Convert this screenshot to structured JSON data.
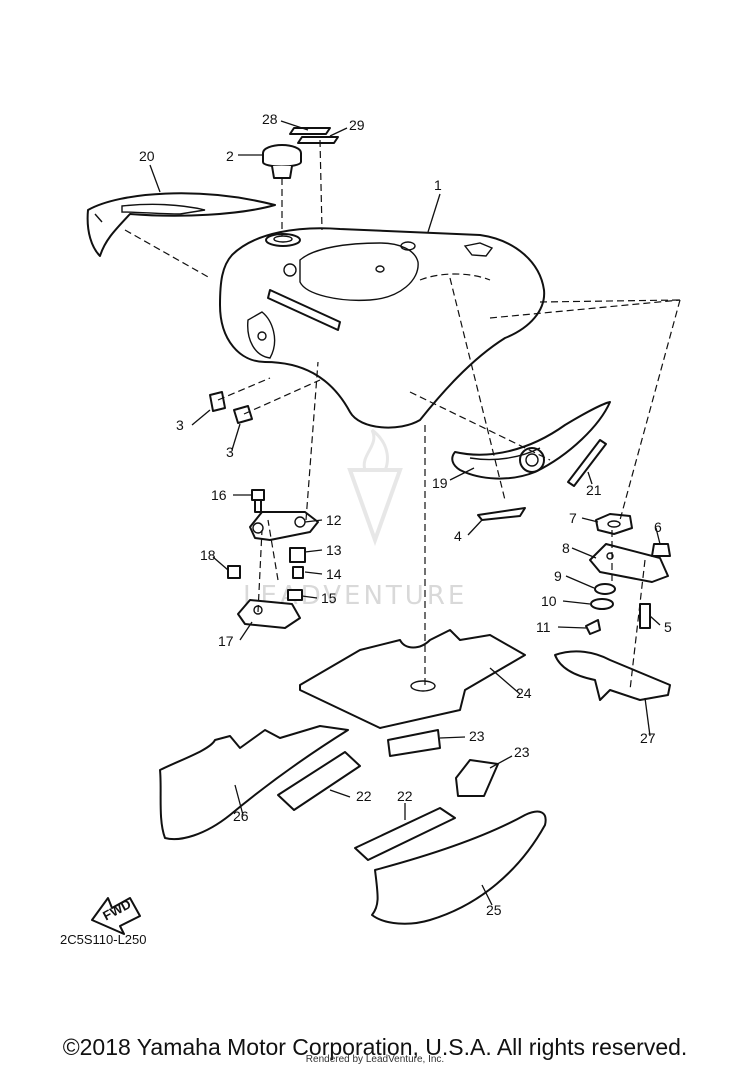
{
  "diagram": {
    "part_code": "2C5S110-L250",
    "fwd_label": "FWD",
    "watermark": "LEADVENTURE",
    "callouts": [
      "1",
      "2",
      "3",
      "3",
      "4",
      "5",
      "6",
      "7",
      "8",
      "9",
      "10",
      "11",
      "12",
      "13",
      "14",
      "15",
      "16",
      "17",
      "18",
      "19",
      "20",
      "21",
      "22",
      "22",
      "23",
      "23",
      "24",
      "25",
      "26",
      "27",
      "28",
      "29"
    ]
  },
  "footer": {
    "copyright": "©2018 Yamaha Motor Corporation, U.S.A. All rights reserved.",
    "rendered_by": "Rendered by LeadVenture, Inc."
  }
}
